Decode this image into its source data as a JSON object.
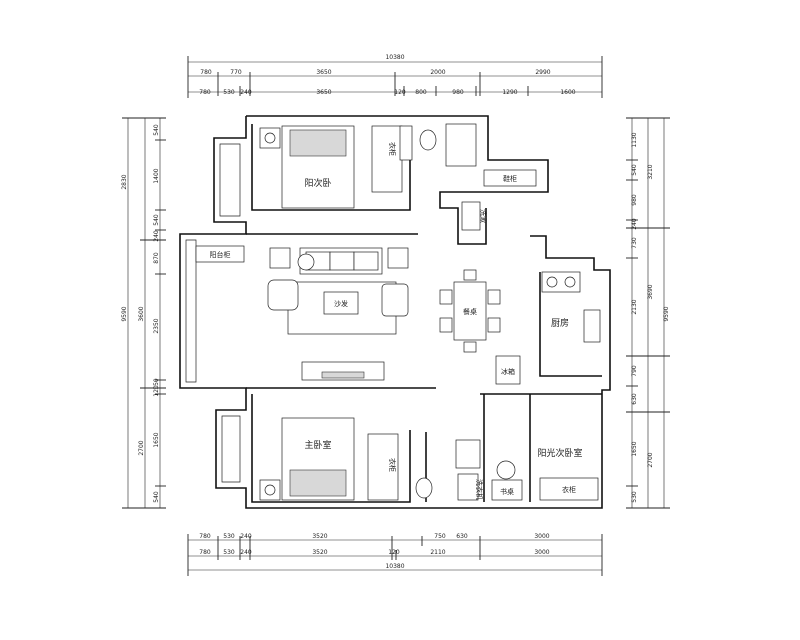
{
  "dims": {
    "top_total": "10380",
    "top_row1": [
      "780",
      "770",
      "3650",
      "2000",
      "2990"
    ],
    "top_row2": [
      "780",
      "530",
      "240",
      "3650",
      "120",
      "800",
      "980",
      "1290",
      "1600"
    ],
    "bottom_total": "10380",
    "bottom_row1": [
      "780",
      "530",
      "240",
      "3520",
      "750",
      "630",
      "3000"
    ],
    "bottom_row2": [
      "780",
      "530",
      "240",
      "3520",
      "120",
      "2110",
      "3000"
    ],
    "left_total": "9590",
    "left_outer": [
      "2830",
      "3600",
      "2700"
    ],
    "left_inner": [
      "540",
      "1400",
      "540",
      "240",
      "870",
      "2350",
      "150",
      "120",
      "1650",
      "540"
    ],
    "right_total": "9590",
    "right_outer": [
      "3210",
      "3690",
      "2700"
    ],
    "right_inner": [
      "1130",
      "540",
      "980",
      "240",
      "730",
      "2130",
      "790",
      "630",
      "1650",
      "530"
    ]
  },
  "rooms": {
    "second_bedroom": "阳次卧",
    "wardrobe_top": "衣柜",
    "shoe_cabinet": "鞋柜",
    "toilet_sink": "洗漱",
    "balcony_cabinet": "阳台柜",
    "sofa": "沙发",
    "dining_table": "餐桌",
    "kitchen": "厨房",
    "fridge": "冰箱",
    "master_bedroom": "主卧室",
    "wardrobe_bottom": "衣柜",
    "washer": "洗衣机",
    "sunlit_bedroom": "阳光次卧室",
    "desk": "书桌",
    "closet_right": "衣柜"
  }
}
